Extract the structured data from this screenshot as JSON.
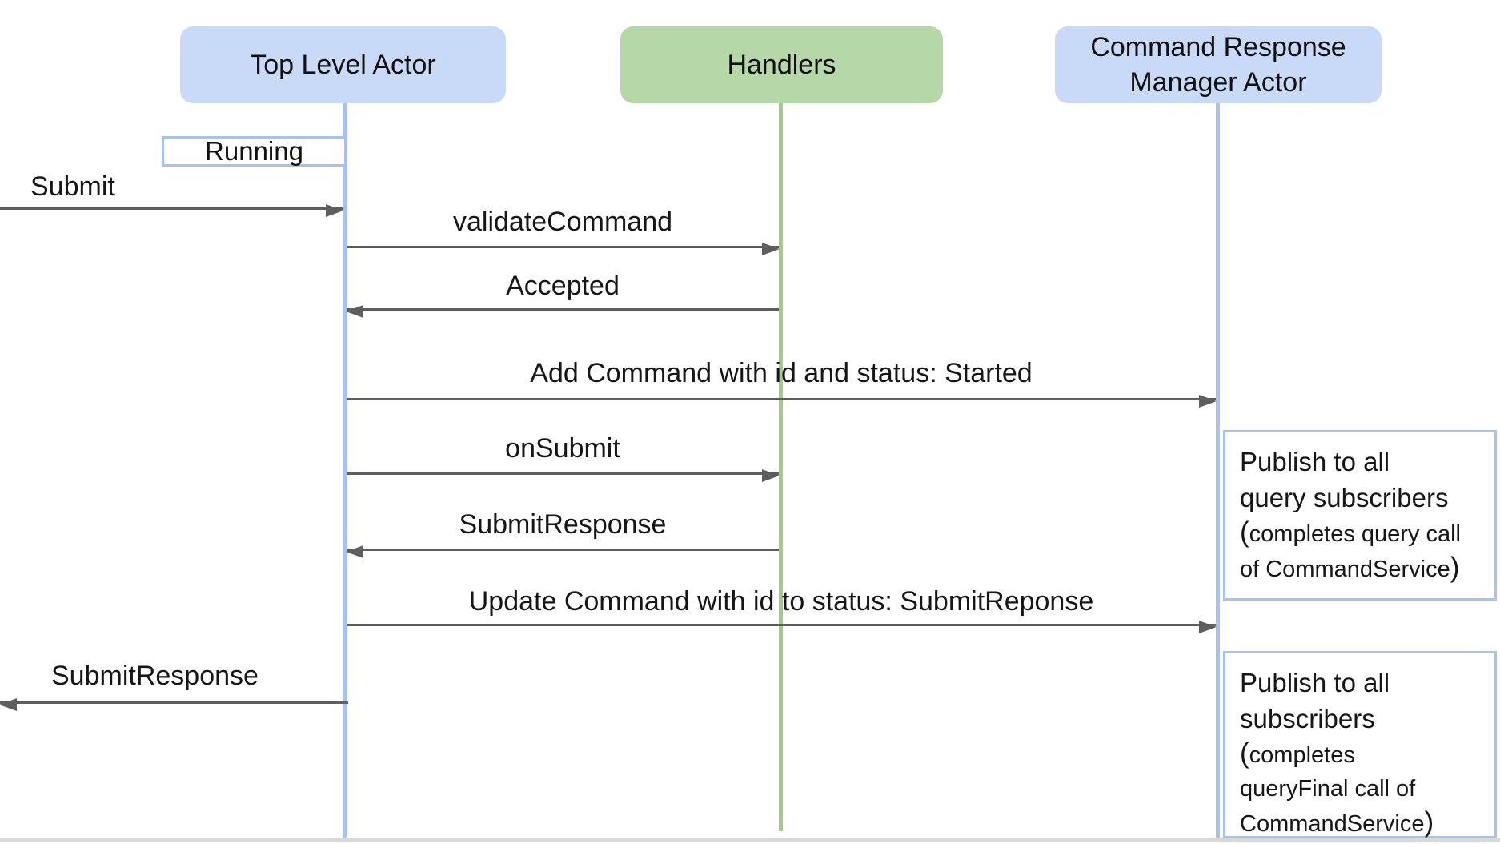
{
  "diagram": {
    "type": "sequence-diagram",
    "actors": {
      "top_level_actor": {
        "label": "Top Level Actor",
        "fill": "#c9daf8",
        "lifeline_color": "#a4c2f4"
      },
      "handlers": {
        "label": "Handlers",
        "fill": "#b6d7a8",
        "lifeline_color": "#a5c98b"
      },
      "command_response_manager": {
        "label_line1": "Command Response",
        "label_line2": "Manager Actor",
        "fill": "#c9daf8",
        "lifeline_color": "#a4c2f4"
      }
    },
    "activation": {
      "label": "Running"
    },
    "messages": [
      {
        "label": "Submit",
        "from": "external-left",
        "to": "top_level_actor",
        "direction": "right"
      },
      {
        "label": "validateCommand",
        "from": "top_level_actor",
        "to": "handlers",
        "direction": "right"
      },
      {
        "label": "Accepted",
        "from": "handlers",
        "to": "top_level_actor",
        "direction": "left"
      },
      {
        "label": "Add Command with id and status: Started",
        "from": "top_level_actor",
        "to": "command_response_manager",
        "direction": "right"
      },
      {
        "label": "onSubmit",
        "from": "top_level_actor",
        "to": "handlers",
        "direction": "right"
      },
      {
        "label": "SubmitResponse",
        "from": "handlers",
        "to": "top_level_actor",
        "direction": "left"
      },
      {
        "label": "Update Command with id to status: SubmitReponse",
        "from": "top_level_actor",
        "to": "command_response_manager",
        "direction": "right"
      },
      {
        "label": "SubmitResponse",
        "from": "top_level_actor",
        "to": "external-left",
        "direction": "left"
      }
    ],
    "notes": [
      {
        "lines": [
          "Publish to all",
          "query subscribers",
          "(completes query call",
          "of CommandService)"
        ]
      },
      {
        "lines": [
          "Publish to all",
          "subscribers",
          "(completes",
          "queryFinal call of",
          "CommandService)"
        ]
      }
    ],
    "colors": {
      "actor_blue": "#c9daf8",
      "actor_green": "#b6d7a8",
      "lifeline_blue": "#a4c2f4",
      "lifeline_green": "#a5c98b",
      "arrow": "#5e5e5e",
      "note_border": "#a4c2f4",
      "bottom_rule": "#d9d9d9"
    }
  }
}
